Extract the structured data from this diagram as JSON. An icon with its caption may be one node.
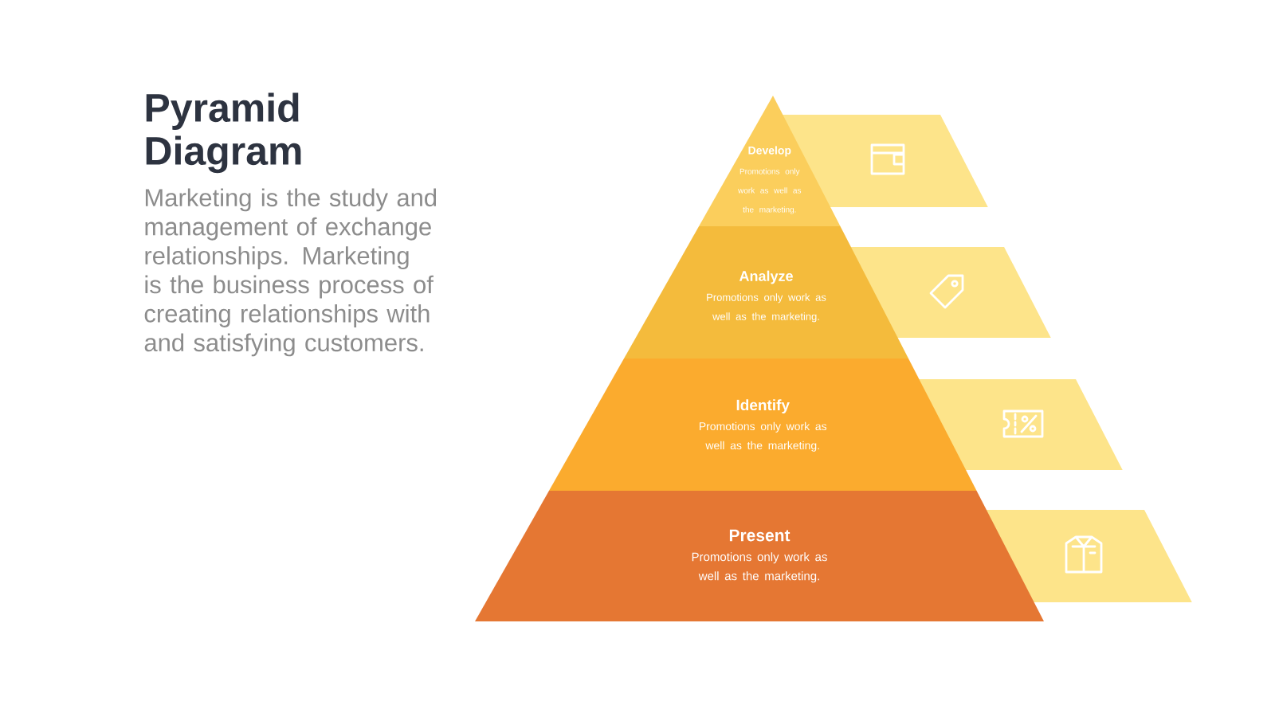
{
  "diagram": {
    "title": "Pyramid Diagram",
    "nodes": [
      {
        "text": [
          "Develop",
          "Promotions only work as well as the marketing."
        ]
      },
      {
        "text": [
          "Analyze",
          "Promotions only work as well as the marketing."
        ]
      },
      {
        "text": [
          "Identify",
          "Promotions only work as well as the marketing."
        ]
      },
      {
        "text": [
          "Present",
          "Promotions only work as well as the marketing."
        ]
      }
    ],
    "labels": [
      "Marketing is the study and management of exchange relationships. Marketing is the business process of creating relationships with and satisfying customers."
    ]
  }
}
